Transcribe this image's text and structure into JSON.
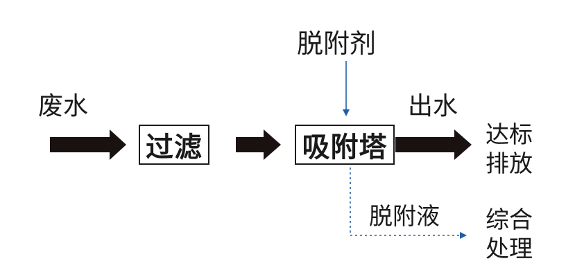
{
  "diagram": {
    "nodes": {
      "wastewater": "废水",
      "filtration": "过滤",
      "adsorption_tower": "吸附塔",
      "desorbent": "脱附剂",
      "effluent": "出水",
      "discharge_line1": "达标",
      "discharge_line2": "排放",
      "desorption_liquid": "脱附液",
      "treatment_line1": "综合",
      "treatment_line2": "处理"
    },
    "colors": {
      "ink": "#1a1a1a",
      "flow_arrow": "#1a1210",
      "side_stream": "#1f5fa8"
    }
  }
}
